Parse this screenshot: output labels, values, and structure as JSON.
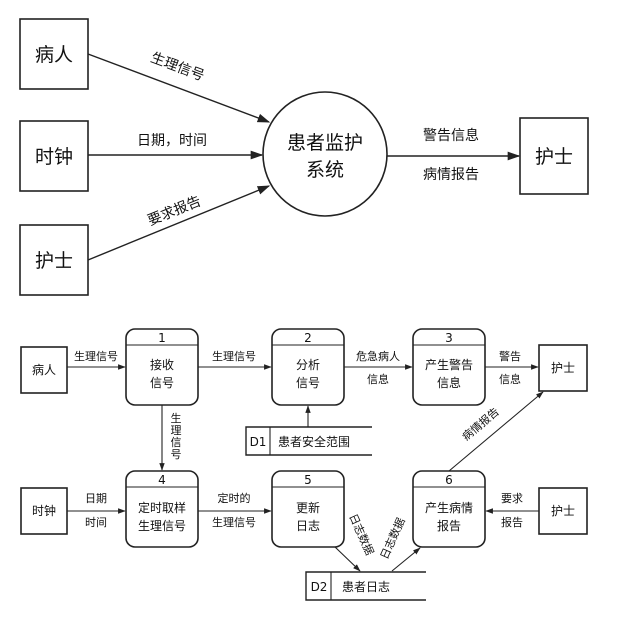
{
  "context_diagram": {
    "entities": {
      "patient": "病人",
      "clock": "时钟",
      "nurse_in": "护士",
      "nurse_out": "护士"
    },
    "process": {
      "line1": "患者监护",
      "line2": "系统"
    },
    "flows": {
      "vital_signs": "生理信号",
      "date_time": "日期，时间",
      "request_report": "要求报告",
      "alert_info": "警告信息",
      "condition_report": "病情报告"
    }
  },
  "dfd": {
    "entities": {
      "patient": "病人",
      "clock": "时钟",
      "nurse_top": "护士",
      "nurse_bottom": "护士"
    },
    "processes": [
      {
        "id": "1",
        "line1": "接收",
        "line2": "信号"
      },
      {
        "id": "2",
        "line1": "分析",
        "line2": "信号"
      },
      {
        "id": "3",
        "line1": "产生警告",
        "line2": "信息"
      },
      {
        "id": "4",
        "line1": "定时取样",
        "line2": "生理信号"
      },
      {
        "id": "5",
        "line1": "更新",
        "line2": "日志"
      },
      {
        "id": "6",
        "line1": "产生病情",
        "line2": "报告"
      }
    ],
    "stores": {
      "d1_id": "D1",
      "d1_name": "患者安全范围",
      "d2_id": "D2",
      "d2_name": "患者日志"
    },
    "flows": {
      "patient_to_1": "生理信号",
      "p1_to_2": "生理信号",
      "p2_to_3_a": "危急病人",
      "p2_to_3_b": "信息",
      "p3_to_nurse_a": "警告",
      "p3_to_nurse_b": "信息",
      "p1_to_4": [
        "生",
        "理",
        "信",
        "号"
      ],
      "clock_to_4_a": "日期",
      "clock_to_4_b": "时间",
      "p4_to_5_a": "定时的",
      "p4_to_5_b": "生理信号",
      "p5_to_d2": "日志数据",
      "d2_to_6": "日志数据",
      "p6_to_nurse": "病情报告",
      "nurse_to_6_a": "要求",
      "nurse_to_6_b": "报告"
    }
  }
}
